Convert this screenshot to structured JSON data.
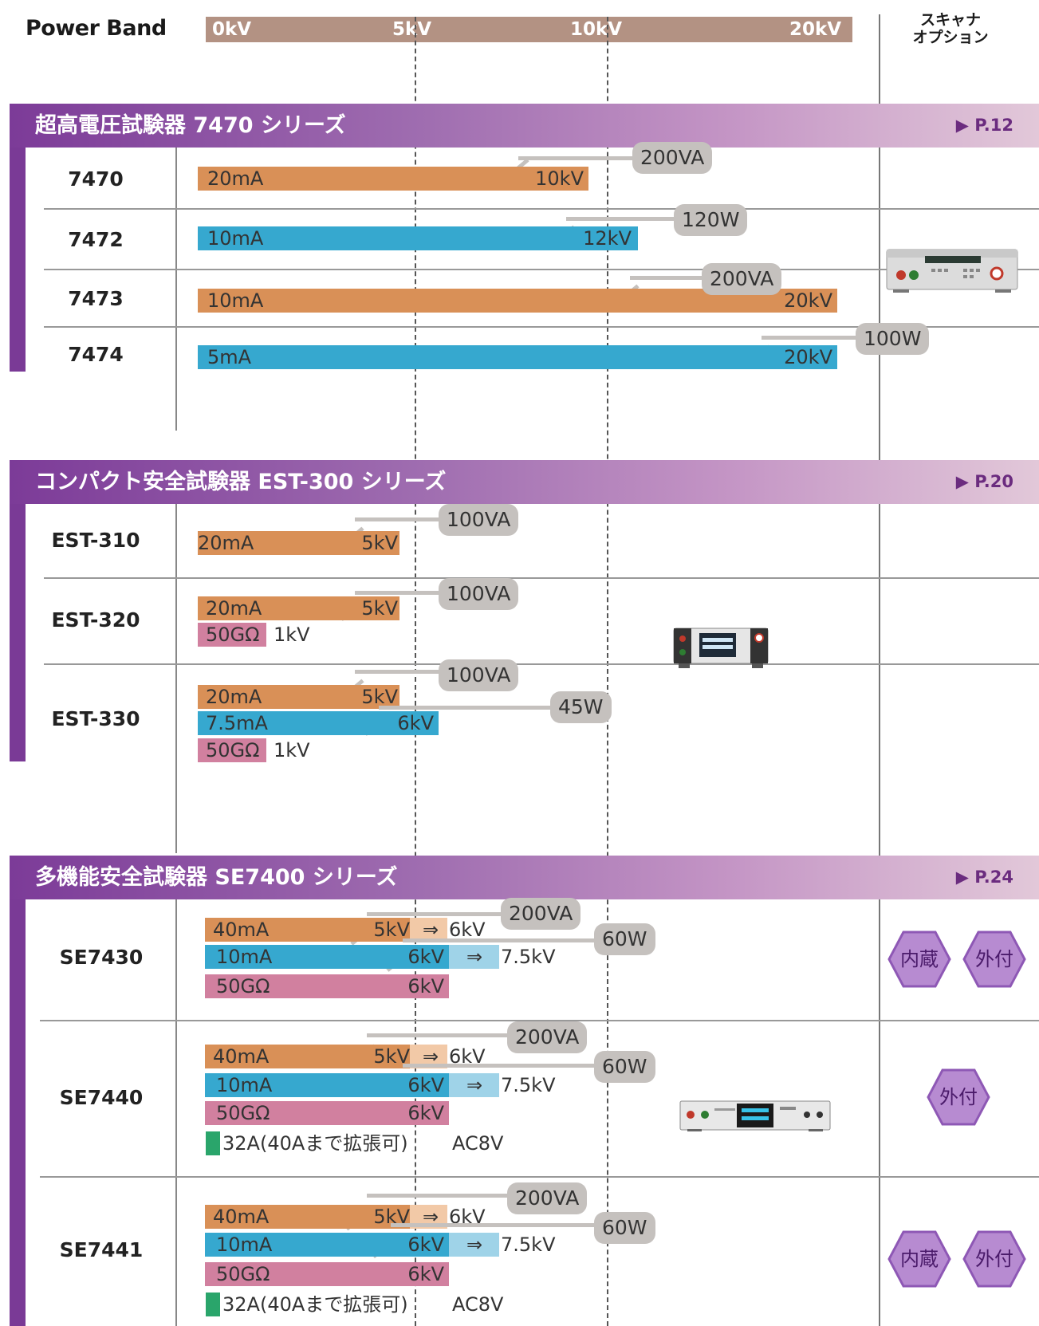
{
  "chart_data": {
    "type": "bar",
    "title": "Power Band",
    "axis": {
      "ticks": [
        "0kV",
        "5kV",
        "10kV",
        "20kV"
      ]
    },
    "scanner_column_title": [
      "スキャナ",
      "オプション"
    ],
    "colors": {
      "withstand_ac": "#d99057",
      "withstand_dc": "#36a8cf",
      "insulation": "#d1809f",
      "ground_bond": "#2aa56b",
      "series_header": "#7c3b98",
      "axis_band": "#b39283",
      "power_pill": "#c5c1be"
    },
    "series": [
      {
        "name": "超高電圧試験器 7470 シリーズ",
        "page": "▶ P.12",
        "models": [
          {
            "model": "7470",
            "bars": [
              {
                "kind": "withstand_ac",
                "label": "20mA",
                "max": "10kV",
                "max_kv": 10
              }
            ],
            "power": "200VA"
          },
          {
            "model": "7472",
            "bars": [
              {
                "kind": "withstand_dc",
                "label": "10mA",
                "max": "12kV",
                "max_kv": 12
              }
            ],
            "power": "120W"
          },
          {
            "model": "7473",
            "bars": [
              {
                "kind": "withstand_ac",
                "label": "10mA",
                "max": "20kV",
                "max_kv": 20
              }
            ],
            "power": "200VA"
          },
          {
            "model": "7474",
            "bars": [
              {
                "kind": "withstand_dc",
                "label": "5mA",
                "max": "20kV",
                "max_kv": 20
              }
            ],
            "power": "100W"
          }
        ]
      },
      {
        "name": "コンパクト安全試験器 EST-300 シリーズ",
        "page": "▶ P.20",
        "models": [
          {
            "model": "EST-310",
            "bars": [
              {
                "kind": "withstand_ac",
                "label": "20mA",
                "max": "5kV",
                "max_kv": 5
              }
            ],
            "power": "100VA"
          },
          {
            "model": "EST-320",
            "bars": [
              {
                "kind": "withstand_ac",
                "label": "20mA",
                "max": "5kV",
                "max_kv": 5
              },
              {
                "kind": "insulation",
                "label": "50GΩ",
                "max": "1kV"
              }
            ],
            "power": "100VA"
          },
          {
            "model": "EST-330",
            "bars": [
              {
                "kind": "withstand_ac",
                "label": "20mA",
                "max": "5kV",
                "max_kv": 5
              },
              {
                "kind": "withstand_dc",
                "label": "7.5mA",
                "max": "6kV",
                "max_kv": 6
              },
              {
                "kind": "insulation",
                "label": "50GΩ",
                "max": "1kV"
              }
            ],
            "power": "100VA",
            "power2": "45W"
          }
        ]
      },
      {
        "name": "多機能安全試験器 SE7400 シリーズ",
        "page": "▶ P.24",
        "models": [
          {
            "model": "SE7430",
            "bars": [
              {
                "kind": "withstand_ac",
                "label": "40mA",
                "max": "5kV",
                "ext": "⇒",
                "ext_max": "6kV"
              },
              {
                "kind": "withstand_dc",
                "label": "10mA",
                "max": "6kV",
                "ext": "⇒",
                "ext_max": "7.5kV"
              },
              {
                "kind": "insulation",
                "label": "50GΩ",
                "max": "6kV"
              }
            ],
            "power": "200VA",
            "power2": "60W",
            "scanner": [
              "内蔵",
              "外付"
            ]
          },
          {
            "model": "SE7440",
            "bars": [
              {
                "kind": "withstand_ac",
                "label": "40mA",
                "max": "5kV",
                "ext": "⇒",
                "ext_max": "6kV"
              },
              {
                "kind": "withstand_dc",
                "label": "10mA",
                "max": "6kV",
                "ext": "⇒",
                "ext_max": "7.5kV"
              },
              {
                "kind": "insulation",
                "label": "50GΩ",
                "max": "6kV"
              }
            ],
            "ground": "32A(40Aまで拡張可)",
            "ground_voltage": "AC8V",
            "power": "200VA",
            "power2": "60W",
            "scanner": [
              "外付"
            ]
          },
          {
            "model": "SE7441",
            "bars": [
              {
                "kind": "withstand_ac",
                "label": "40mA",
                "max": "5kV",
                "ext": "⇒",
                "ext_max": "6kV"
              },
              {
                "kind": "withstand_dc",
                "label": "10mA",
                "max": "6kV",
                "ext": "⇒",
                "ext_max": "7.5kV"
              },
              {
                "kind": "insulation",
                "label": "50GΩ",
                "max": "6kV"
              }
            ],
            "ground": "32A(40Aまで拡張可)",
            "ground_voltage": "AC8V",
            "power": "200VA",
            "power2": "60W",
            "scanner": [
              "内蔵",
              "外付"
            ]
          }
        ]
      }
    ]
  }
}
